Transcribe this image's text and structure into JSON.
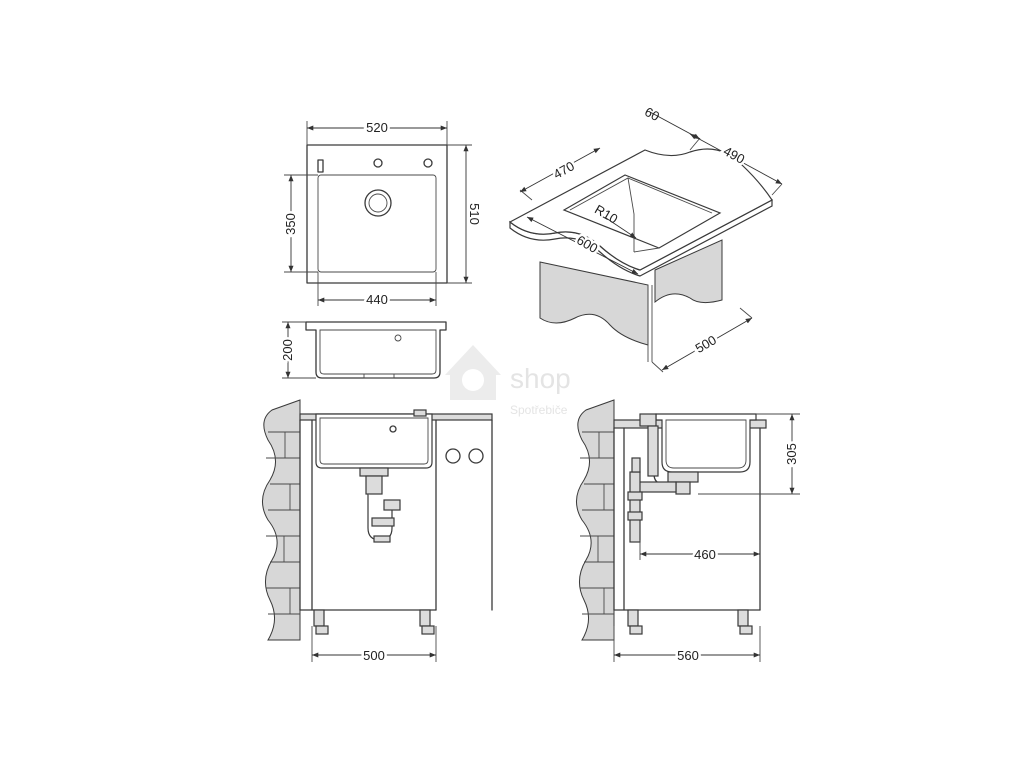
{
  "watermark": {
    "logo_text": "shop",
    "tagline": "Spotřebiče"
  },
  "views": {
    "top_view": {
      "width": "520",
      "depth": "510",
      "bowl_depth": "350",
      "bowl_width": "440"
    },
    "side_section": {
      "height": "200"
    },
    "perspective": {
      "cutout_width": "470",
      "cutout_depth": "490",
      "offset": "60",
      "corner_radius": "R10",
      "countertop_depth": "600",
      "cabinet_depth": "500"
    },
    "front_install": {
      "cabinet_width": "500"
    },
    "side_install": {
      "drain_offset": "460",
      "installed_height": "305",
      "cabinet_depth": "560"
    }
  }
}
